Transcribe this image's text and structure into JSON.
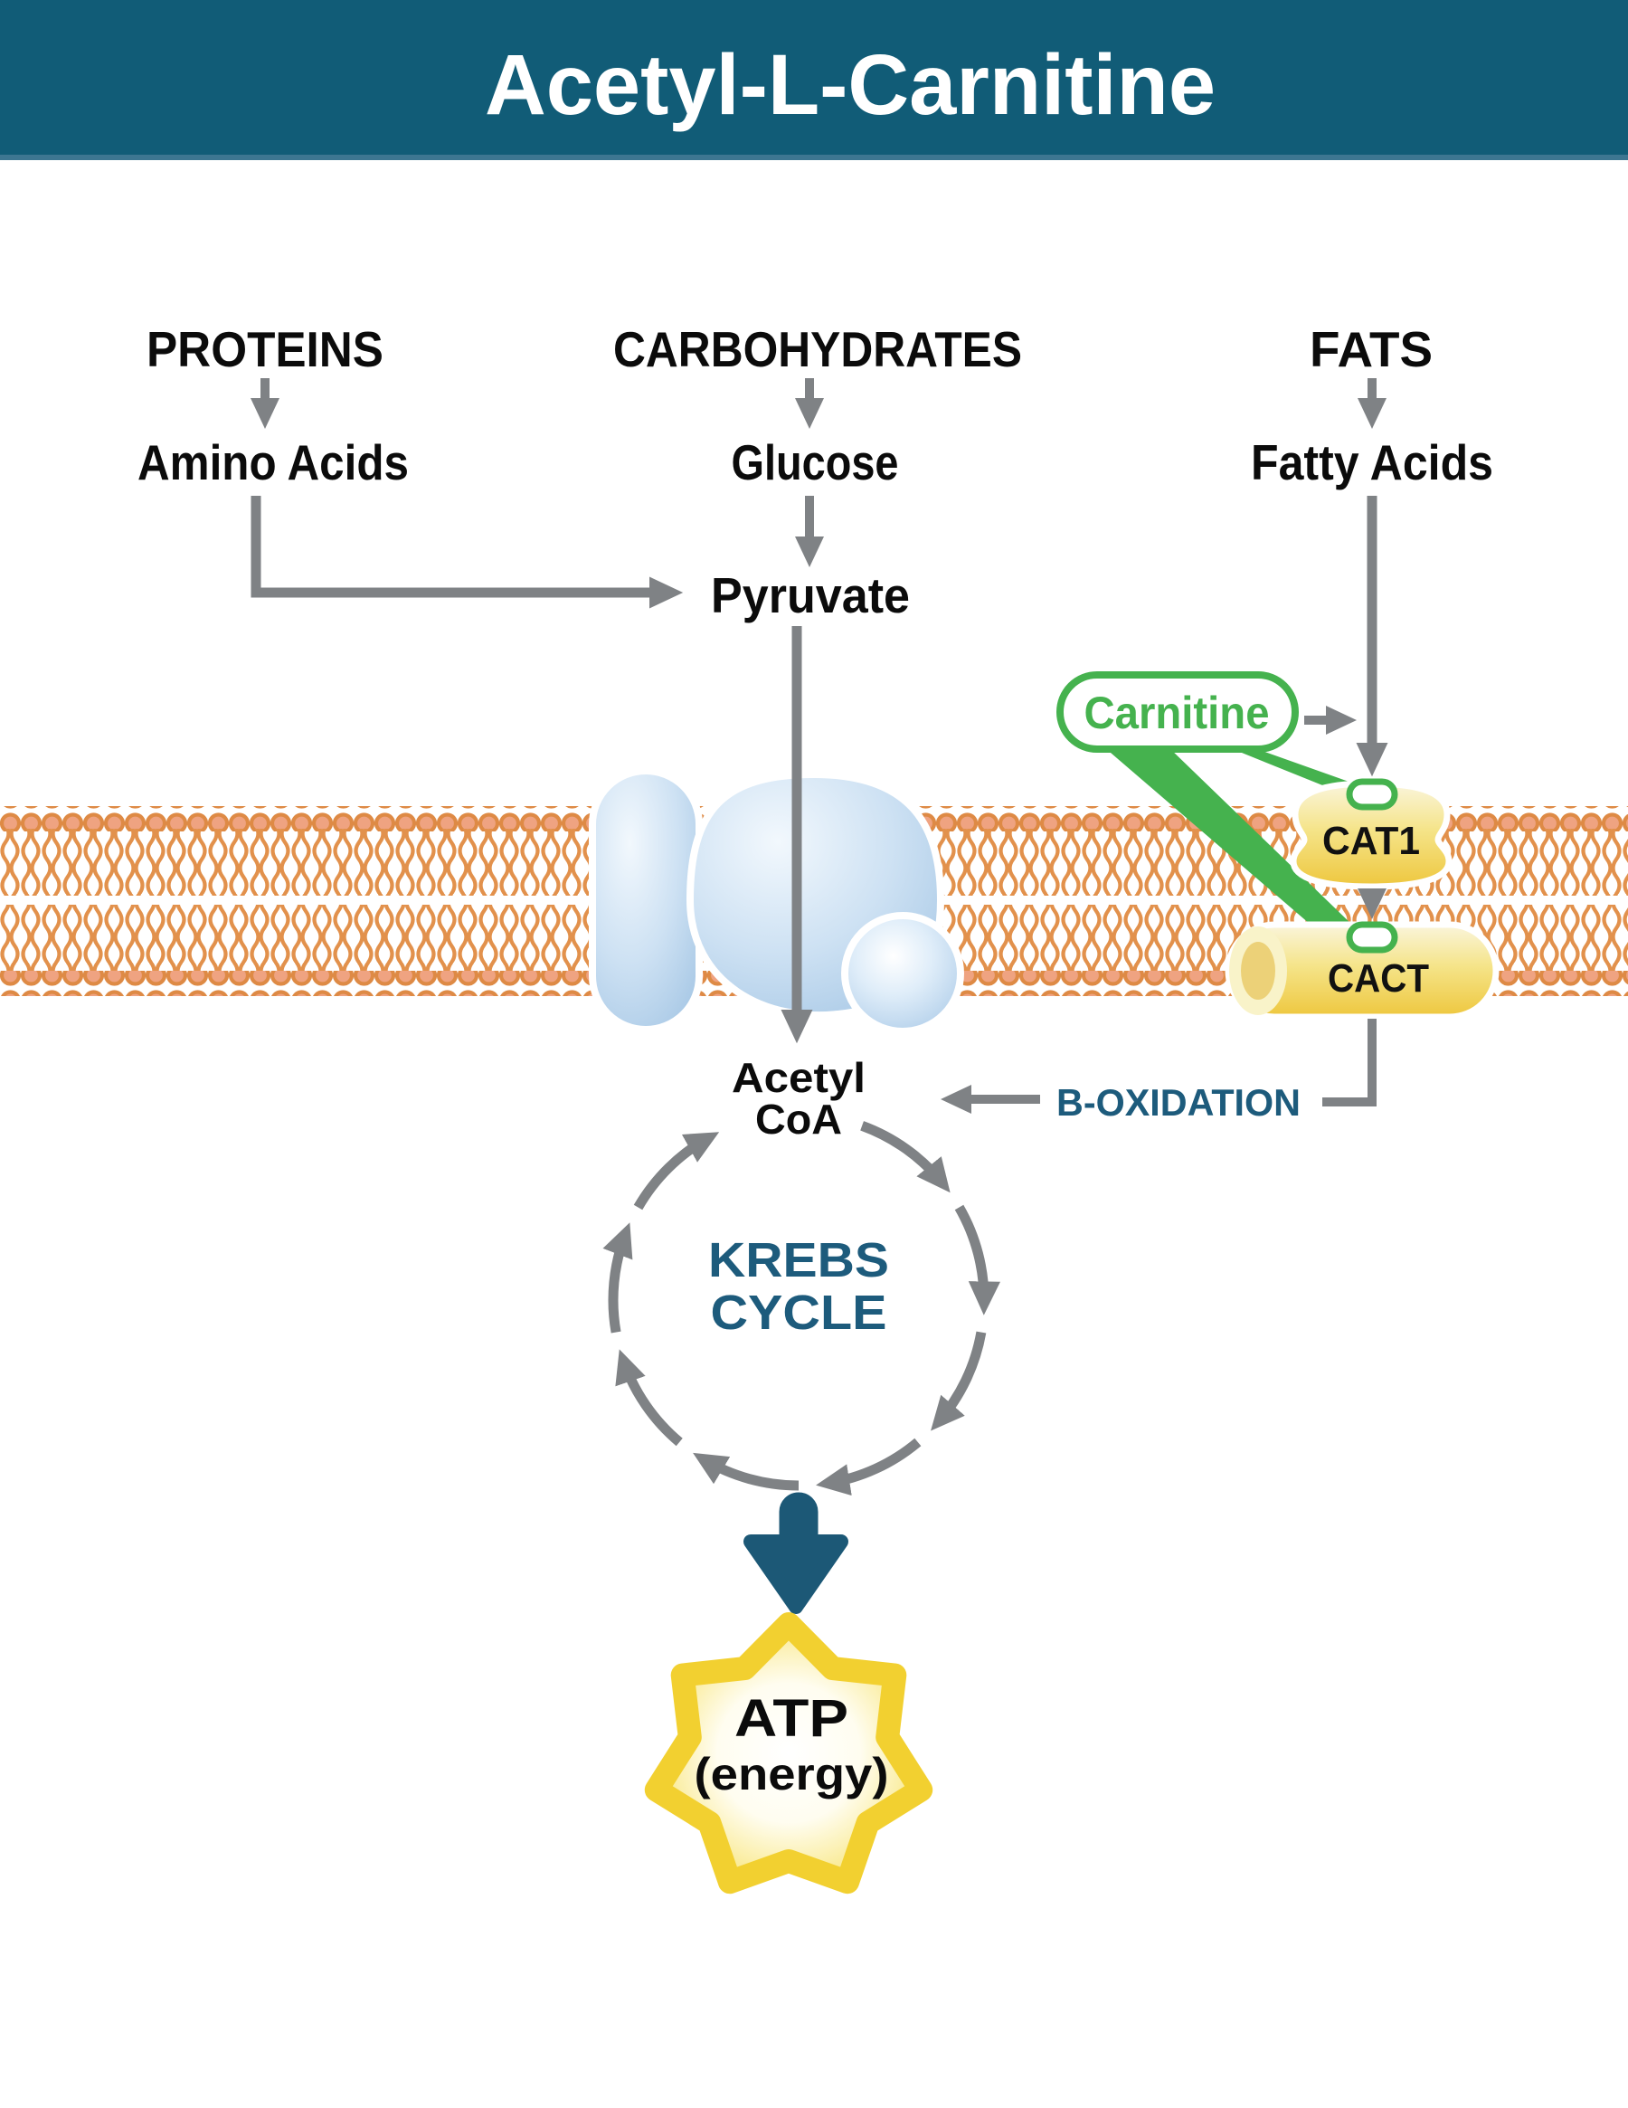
{
  "title": "Acetyl-L-Carnitine",
  "macronutrients": {
    "proteins": {
      "label": "PROTEINS",
      "product": "Amino Acids"
    },
    "carbohydrates": {
      "label": "CARBOHYDRATES",
      "product": "Glucose"
    },
    "fats": {
      "label": "FATS",
      "product": "Fatty Acids"
    }
  },
  "glycolysis": {
    "pyruvate": "Pyruvate"
  },
  "carnitine_shuttle": {
    "carnitine": "Carnitine",
    "cat1": "CAT1",
    "cact": "CACT",
    "b_oxidation": "B-OXIDATION"
  },
  "mitochondria": {
    "acetyl_coa_line1": "Acetyl",
    "acetyl_coa_line2": "CoA",
    "krebs_line1": "KREBS",
    "krebs_line2": "CYCLE"
  },
  "output": {
    "atp_line1": "ATP",
    "atp_line2": "(energy)"
  },
  "colors": {
    "header_bg": "#115C77",
    "teal": "#1D5B7C",
    "green": "#45B24E",
    "gray": "#7F8285",
    "membrane_head": "#EFA381",
    "membrane_stroke": "#DE8A45",
    "star_border": "#F2D030",
    "arrow_teal": "#1C5876"
  }
}
